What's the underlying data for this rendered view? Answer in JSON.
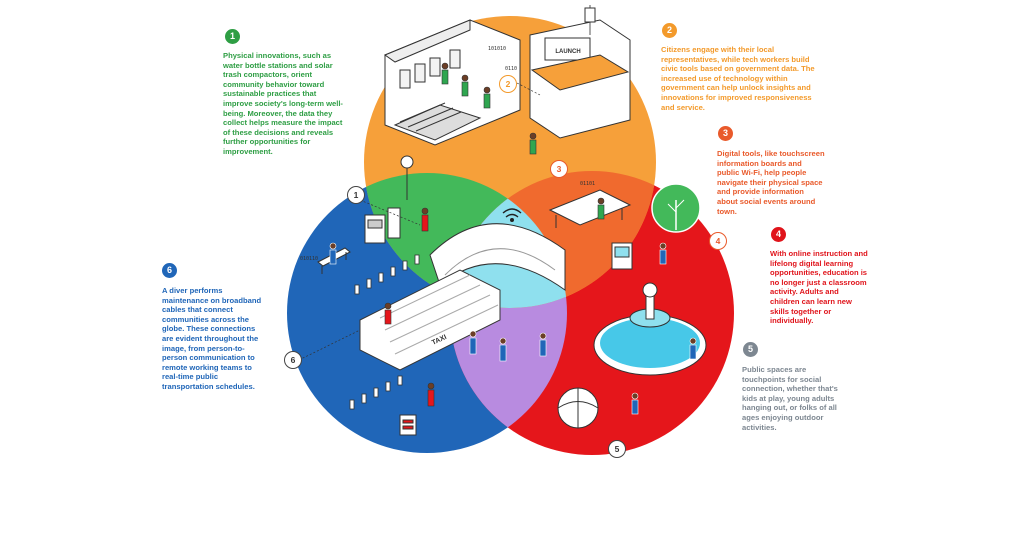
{
  "colors": {
    "green": "#2e9e44",
    "orange": "#f39a2b",
    "red_orange": "#e95a2b",
    "red": "#e0141b",
    "gray": "#7d8791",
    "blue": "#2066b8",
    "teal": "#8fe0ee",
    "purple": "#b88be0"
  },
  "callouts": [
    {
      "number": "1",
      "text": "Physical innovations, such as water bottle stations and solar trash compactors, orient community behavior toward sustainable practices that improve society's long-term well-being. Moreover, the data they collect helps measure the impact of these decisions and reveals further opportunities for improvement."
    },
    {
      "number": "2",
      "text": "Citizens engage with their local representatives, while tech workers build civic tools based on government data. The increased use of technology within government can help unlock insights and innovations for improved responsiveness and service."
    },
    {
      "number": "3",
      "text": "Digital tools, like touchscreen information boards and public Wi-Fi, help people navigate their physical space and provide information about social events around town."
    },
    {
      "number": "4",
      "text": "With online instruction and lifelong digital learning opportunities, education is no longer just a classroom activity. Adults and children can learn new skills together or individually."
    },
    {
      "number": "5",
      "text": "Public spaces are touchpoints for social connection, whether that's kids at play, young adults hanging out, or folks of all ages enjoying outdoor activities."
    },
    {
      "number": "6",
      "text": "A diver performs maintenance on broadband cables that connect communities across the globe. These connections are evident throughout the image, from person-to-person communication to remote working teams to real-time public transportation schedules."
    }
  ],
  "illustration": {
    "launch_sign": "LAUNCH",
    "taxi_sign": "TAXI",
    "markers": [
      "1",
      "2",
      "3",
      "4",
      "5",
      "6"
    ]
  }
}
